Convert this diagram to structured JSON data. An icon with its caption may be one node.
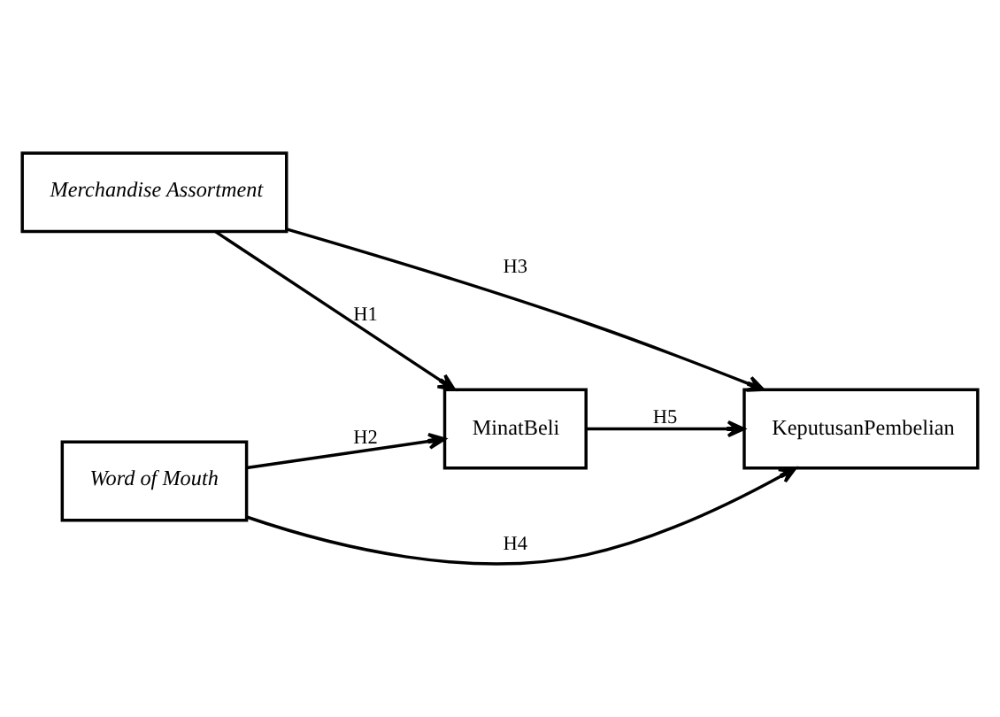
{
  "diagram": {
    "nodes": [
      {
        "text": [
          "Merchandise Assortment"
        ]
      },
      {
        "text": [
          "MinatBeli"
        ]
      },
      {
        "text": [
          "KeputusanPembelian"
        ]
      },
      {
        "text": [
          "Word of Mouth"
        ]
      }
    ],
    "edges": [
      {
        "from": 0,
        "to": 1,
        "arrow": "to",
        "label": "H1"
      },
      {
        "from": 3,
        "to": 1,
        "arrow": "to",
        "label": "H2"
      },
      {
        "from": 0,
        "to": 2,
        "arrow": "to",
        "label": "H3"
      },
      {
        "from": 3,
        "to": 2,
        "arrow": "to",
        "label": "H4"
      },
      {
        "from": 1,
        "to": 2,
        "arrow": "to",
        "label": "H5"
      }
    ]
  }
}
